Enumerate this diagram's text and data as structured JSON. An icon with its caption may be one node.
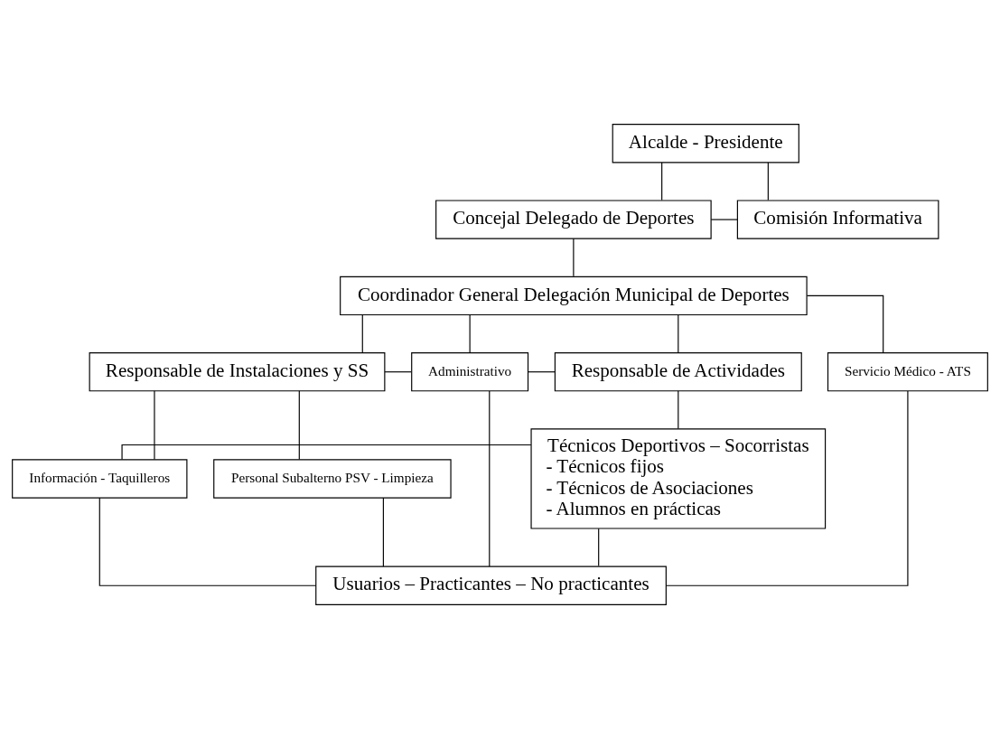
{
  "diagram": {
    "nodes": [
      {
        "text": [
          "Alcalde - Presidente"
        ]
      },
      {
        "text": [
          "Concejal Delegado de Deportes"
        ]
      },
      {
        "text": [
          "Comisión Informativa"
        ]
      },
      {
        "text": [
          "Coordinador General Delegación Municipal de Deportes"
        ]
      },
      {
        "text": [
          "Responsable de Instalaciones y SS"
        ]
      },
      {
        "text": [
          "Administrativo"
        ]
      },
      {
        "text": [
          "Responsable de Actividades"
        ]
      },
      {
        "text": [
          "Servicio Médico - ATS"
        ]
      },
      {
        "text": [
          "Personal Subalterno PSV - Limpieza"
        ]
      },
      {
        "text": [
          "Información - Taquilleros"
        ]
      },
      {
        "text": [
          "Técnicos Deportivos – Socorristas",
          "- Técnicos fijos",
          "- Técnicos de Asociaciones",
          "- Alumnos en prácticas"
        ]
      },
      {
        "text": [
          "Usuarios – Practicantes – No practicantes"
        ]
      }
    ],
    "edges": [
      {
        "from": 0,
        "to": 1,
        "arrow": "none"
      },
      {
        "from": 0,
        "to": 2,
        "arrow": "none"
      },
      {
        "from": 1,
        "to": 2,
        "arrow": "none"
      },
      {
        "from": 1,
        "to": 3,
        "arrow": "none"
      },
      {
        "from": 3,
        "to": 4,
        "arrow": "none"
      },
      {
        "from": 3,
        "to": 5,
        "arrow": "none"
      },
      {
        "from": 3,
        "to": 6,
        "arrow": "none"
      },
      {
        "from": 3,
        "to": 7,
        "arrow": "none"
      },
      {
        "from": 4,
        "to": 5,
        "arrow": "none"
      },
      {
        "from": 5,
        "to": 6,
        "arrow": "none"
      },
      {
        "from": 4,
        "to": 8,
        "arrow": "none"
      },
      {
        "from": 4,
        "to": 9,
        "arrow": "none"
      },
      {
        "from": 6,
        "to": 10,
        "arrow": "none"
      },
      {
        "from": 9,
        "to": 10,
        "arrow": "none"
      },
      {
        "from": 8,
        "to": 11,
        "arrow": "none"
      },
      {
        "from": 9,
        "to": 11,
        "arrow": "none"
      },
      {
        "from": 5,
        "to": 11,
        "arrow": "none"
      },
      {
        "from": 10,
        "to": 11,
        "arrow": "none"
      },
      {
        "from": 7,
        "to": 11,
        "arrow": "none"
      }
    ]
  }
}
